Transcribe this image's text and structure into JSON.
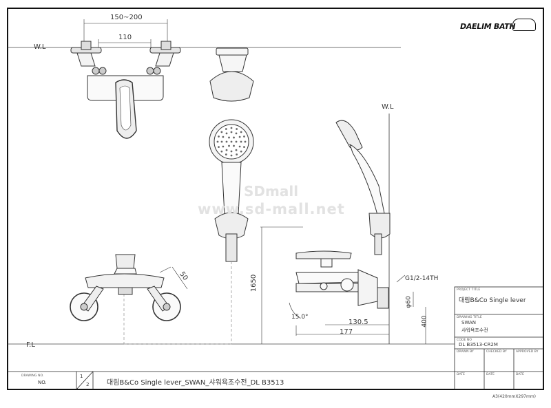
{
  "logo": {
    "text": "DAELIM BATH"
  },
  "watermark": {
    "line1": "SDmall",
    "line2": "www.sd-mall.net"
  },
  "dimensions": {
    "top_span": "150~200",
    "top_inner": "110",
    "wl_left": "W.L",
    "wl_right": "W.L",
    "fl": "F.L",
    "d50": "50",
    "h1650": "1650",
    "g_thread": "G1/2-14TH",
    "phi60": "φ60",
    "h400": "400",
    "angle": "15.0°",
    "d130": "130.5",
    "d177": "177"
  },
  "title_block": {
    "project_title_label": "PROJECT TITLE",
    "project_title": "대림B&Co Single lever",
    "drawing_title_label": "DRAWING TITLE",
    "drawing_title_1": "SWAN",
    "drawing_title_2": "샤워욕조수전",
    "code_no_label": "CODE NO",
    "code_no": "DL B3513-CR2M",
    "drawn_by": "DRAWN BY",
    "checked_by": "CHECKED BY",
    "approved_by": "APPROVED BY",
    "date1": "DATE",
    "date2": "DATE",
    "date3": "DATE"
  },
  "bottom_bar": {
    "drawing_no_label": "DRAWING NO.",
    "drawing_no": "NO.",
    "page_num": "1",
    "page_den": "2",
    "description": "대림B&Co Single lever_SWAN_샤워욕조수전_DL B3513"
  },
  "paper_size": "A3(420mmX297mm)"
}
